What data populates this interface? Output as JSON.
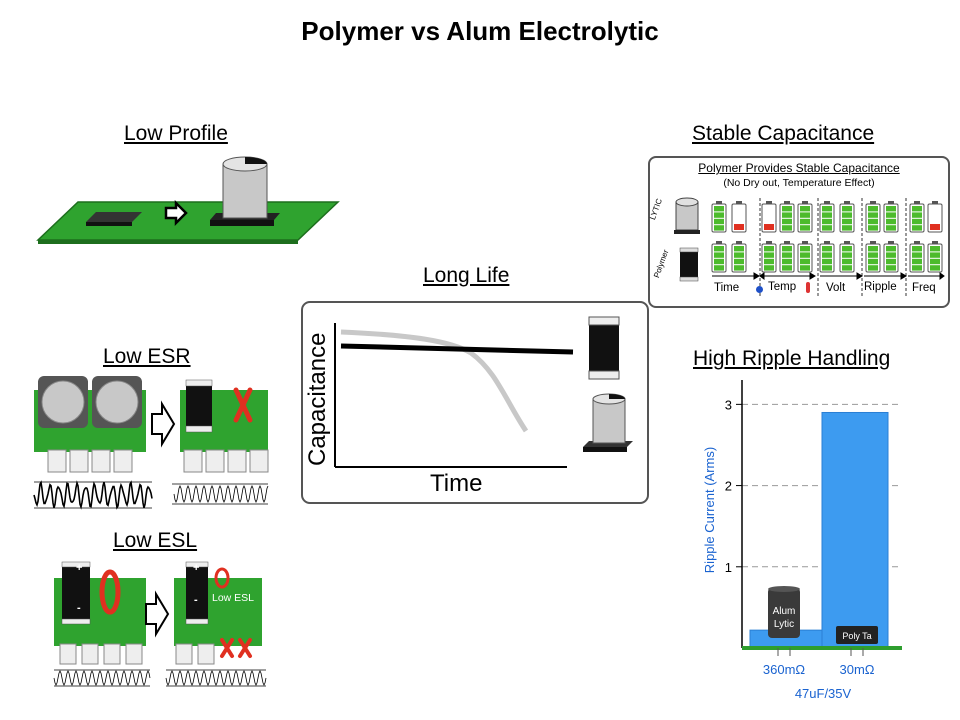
{
  "slide": {
    "title": "Polymer vs Alum Electrolytic"
  },
  "headings": {
    "low_profile": "Low Profile",
    "stable_capacitance": "Stable Capacitance",
    "long_life": "Long Life",
    "low_esr": "Low ESR",
    "high_ripple": "High Ripple Handling",
    "low_esl": "Low ESL"
  },
  "stable_panel": {
    "title": "Polymer Provides Stable Capacitance",
    "subtitle": "(No Dry out, Temperature Effect)",
    "row_labels": [
      "LYTIC",
      "Polymer"
    ],
    "axis_labels": [
      "Time",
      "Temp",
      "Volt",
      "Ripple",
      "Freq"
    ]
  },
  "long_life_chart": {
    "ylabel": "Capacitance",
    "xlabel": "Time"
  },
  "low_esl": {
    "label": "Low ESL",
    "plus": "+",
    "minus": "-"
  },
  "chart_data": {
    "type": "bar",
    "categories": [
      "360mΩ",
      "30mΩ"
    ],
    "values": [
      0.22,
      2.9
    ],
    "bar_labels": [
      "Alum Lytic",
      "Poly Ta"
    ],
    "ylabel": "Ripple Current (Arms)",
    "xlabel": "47uF/35V",
    "yticks": [
      1,
      2,
      3
    ],
    "ylim": [
      0,
      3.3
    ],
    "grid": true,
    "colors": {
      "bar": "#3d9bf0",
      "grid": "#999999",
      "axis": "#2e9e2e"
    }
  }
}
